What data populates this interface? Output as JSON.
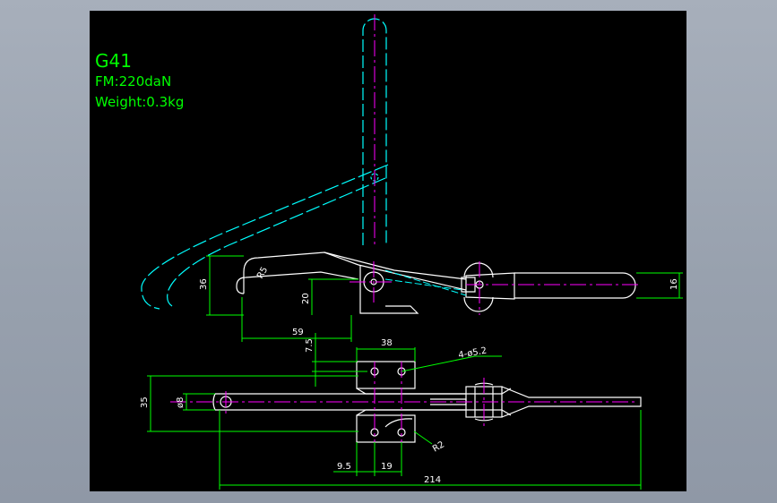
{
  "drawing": {
    "title": "G41",
    "force": "FM:220daN",
    "weight": "Weight:0.3kg"
  },
  "dimensions": {
    "d36": "36",
    "r5": "R5",
    "d20": "20",
    "d59": "59",
    "d7_5": "7.5",
    "d38": "38",
    "holes": "4-ø5.2",
    "d16": "16",
    "d35": "35",
    "d8": "ø8",
    "r2": "R2",
    "d9_5": "9.5",
    "d19": "19",
    "d214": "214"
  },
  "colors": {
    "viewport_bg": "#000000",
    "part_lines": "#ffffff",
    "hidden_lines": "#00ffff",
    "dimension_lines": "#00ff00",
    "center_lines": "#ff00ff",
    "title_text": "#00ff00"
  }
}
